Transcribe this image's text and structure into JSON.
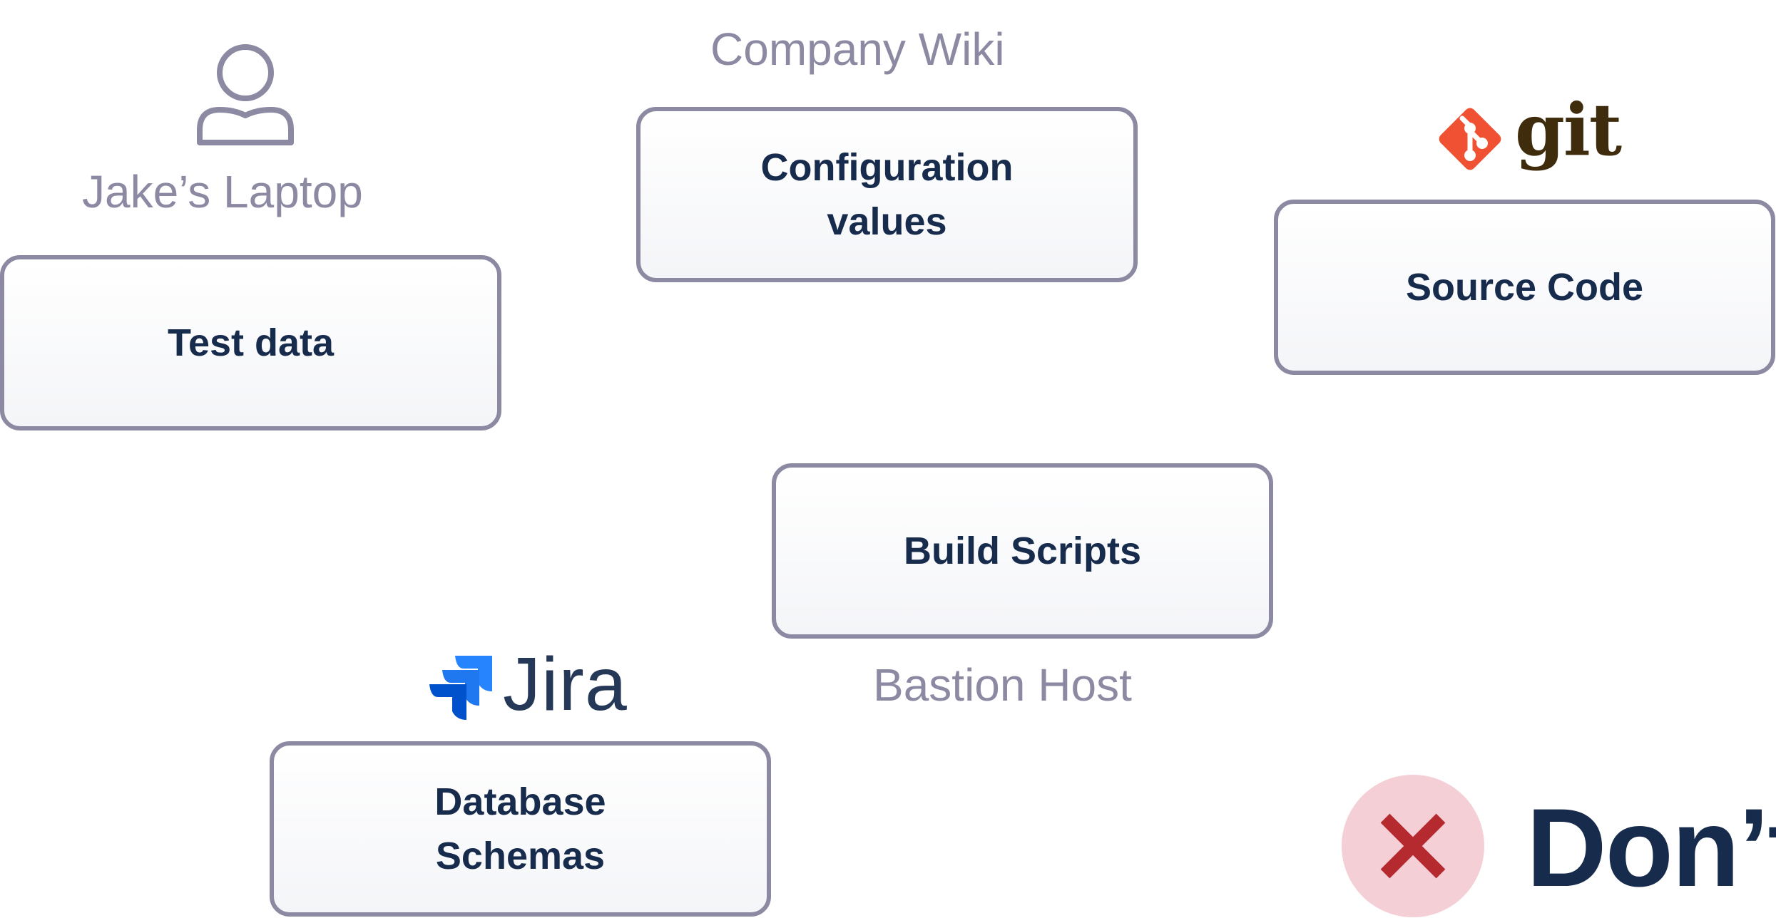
{
  "groups": {
    "laptop": {
      "label": "Jake’s Laptop",
      "item": "Test data",
      "icon": "person-icon"
    },
    "wiki": {
      "label": "Company Wiki",
      "item": "Configuration values"
    },
    "git": {
      "logo_text": "git",
      "item": "Source Code",
      "icon": "git-diamond-icon"
    },
    "bastion": {
      "label": "Bastion Host",
      "item": "Build Scripts"
    },
    "jira": {
      "logo_text": "Jira",
      "item": "Database Schemas",
      "icon": "jira-icon"
    }
  },
  "verdict": {
    "text": "Don’t",
    "icon": "x-circle-icon",
    "circle_color": "#f4cfd6",
    "x_color": "#b52a2f"
  },
  "colors": {
    "border": "#8c8aa3",
    "label": "#8c8aa3",
    "text": "#172b4d",
    "git_orange": "#f05133",
    "jira_blue": "#2684ff"
  }
}
